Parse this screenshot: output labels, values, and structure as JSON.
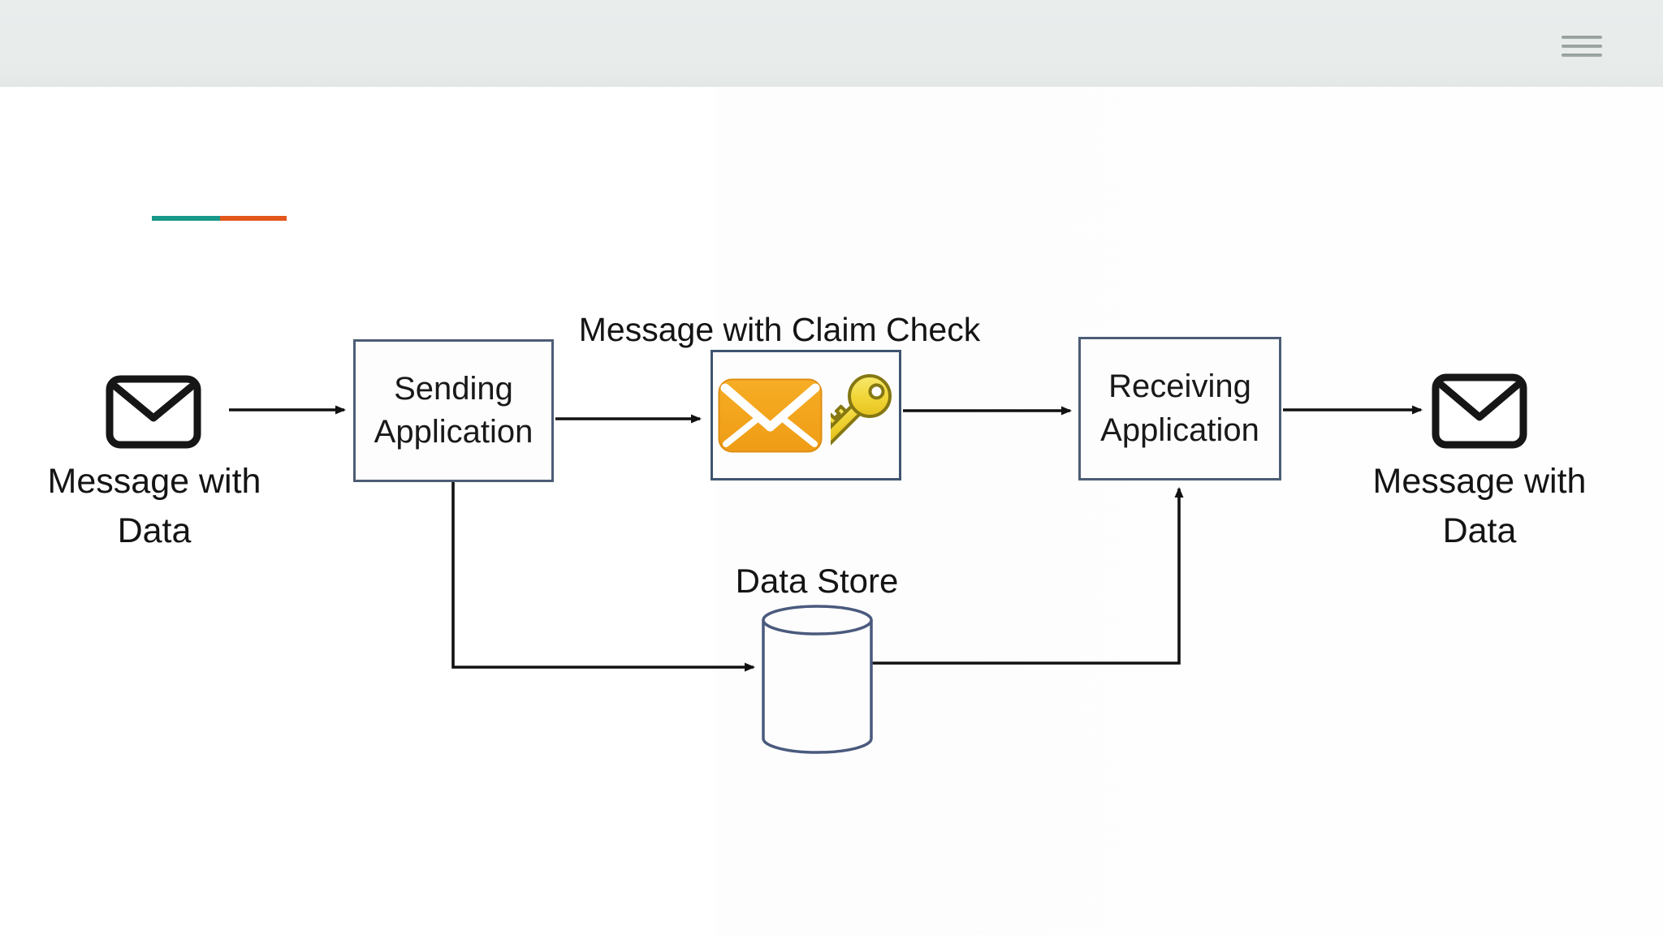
{
  "header": {
    "menu_icon": "hamburger-menu"
  },
  "accent_divider": {
    "teal": "#18988a",
    "orange": "#e4571c"
  },
  "diagram": {
    "title": "Message with Claim Check",
    "left_message_label": {
      "line1": "Message with",
      "line2": "Data"
    },
    "sending_app": {
      "line1": "Sending",
      "line2": "Application"
    },
    "claim_check_box": {
      "envelope_icon": "orange-envelope",
      "key_icon": "gold-key"
    },
    "receiving_app": {
      "line1": "Receiving",
      "line2": "Application"
    },
    "right_message_label": {
      "line1": "Message with",
      "line2": "Data"
    },
    "data_store_label": "Data Store"
  },
  "colors": {
    "header_bg": "#e8ecec",
    "accent_teal": "#18988a",
    "accent_orange": "#e4571c",
    "app_box_border": "#4d5d75",
    "claim_box_border": "#3f5570",
    "envelope_outline": "#161616",
    "claim_envelope_orange": "#f3a41d",
    "key_gold": "#f0d435",
    "key_outline": "#857712",
    "cylinder_border": "#4a5a7d",
    "arrow_color": "#111111"
  }
}
